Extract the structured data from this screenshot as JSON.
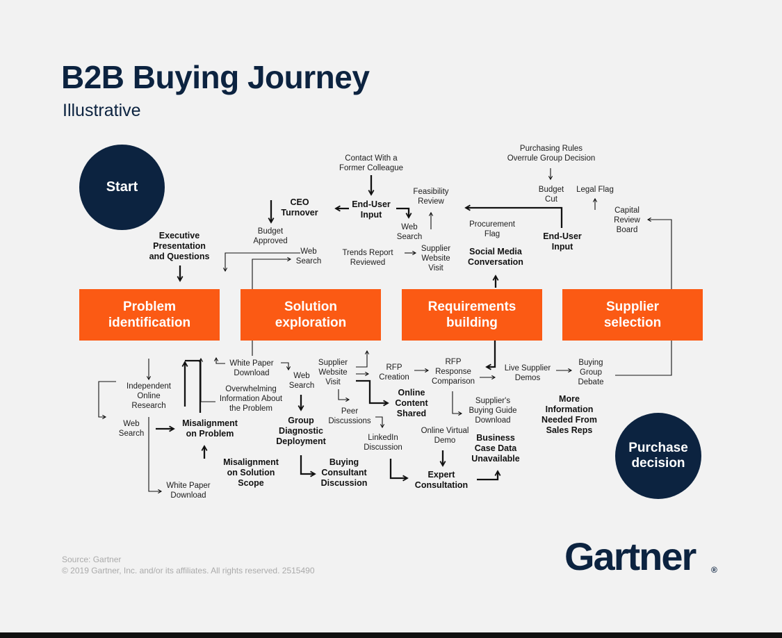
{
  "title": "B2B Buying Journey",
  "subtitle": "Illustrative",
  "start_label": "Start",
  "end_label": "Purchase\ndecision",
  "stages": [
    "Problem\nidentification",
    "Solution\nexploration",
    "Requirements\nbuilding",
    "Supplier\nselection"
  ],
  "nodes": {
    "contact_former_colleague": "Contact With a\nFormer Colleague",
    "end_user_input_upper": "End-User\nInput",
    "ceo_turnover": "CEO\nTurnover",
    "feasibility_review": "Feasibility\nReview",
    "web_search_upper": "Web\nSearch",
    "budget_approved": "Budget\nApproved",
    "executive_presentation": "Executive\nPresentation\nand Questions",
    "web_search_mid": "Web\nSearch",
    "trends_report": "Trends Report\nReviewed",
    "supplier_website_upper": "Supplier\nWebsite\nVisit",
    "procurement_flag": "Procurement\nFlag",
    "social_media_conversation": "Social Media\nConversation",
    "purchasing_rules": "Purchasing Rules\nOverrule Group Decision",
    "budget_cut": "Budget\nCut",
    "legal_flag": "Legal Flag",
    "capital_review_board": "Capital\nReview\nBoard",
    "end_user_input_right": "End-User\nInput",
    "independent_research": "Independent\nOnline\nResearch",
    "web_search_left": "Web\nSearch",
    "misalignment_problem": "Misalignment\non Problem",
    "misalignment_scope": "Misalignment\non Solution\nScope",
    "white_paper_lower": "White Paper\nDownload",
    "overwhelming_info": "Overwhelming\nInformation About\nthe Problem",
    "white_paper_download": "White Paper\nDownload",
    "web_search_lower": "Web\nSearch",
    "group_diagnostic": "Group\nDiagnostic\nDeployment",
    "buying_consultant": "Buying\nConsultant\nDiscussion",
    "supplier_website_lower": "Supplier\nWebsite\nVisit",
    "peer_discussions": "Peer\nDiscussions",
    "linkedin_discussion": "LinkedIn\nDiscussion",
    "online_content_shared": "Online\nContent\nShared",
    "rfp_creation": "RFP\nCreation",
    "rfp_response": "RFP\nResponse\nComparison",
    "online_virtual_demo": "Online Virtual\nDemo",
    "expert_consultation": "Expert\nConsultation",
    "suppliers_buying_guide": "Supplier's\nBuying Guide\nDownload",
    "business_case_data": "Business\nCase Data\nUnavailable",
    "live_supplier_demos": "Live Supplier\nDemos",
    "buying_group_debate": "Buying\nGroup\nDebate",
    "more_information": "More\nInformation\nNeeded From\nSales Reps"
  },
  "source": "Source: Gartner\n© 2019 Gartner, Inc. and/or its affiliates. All rights reserved. 2515490",
  "logo": "Gartner",
  "colors": {
    "navy": "#0c2340",
    "orange": "#fb5a14",
    "background": "#f2f2f2"
  }
}
